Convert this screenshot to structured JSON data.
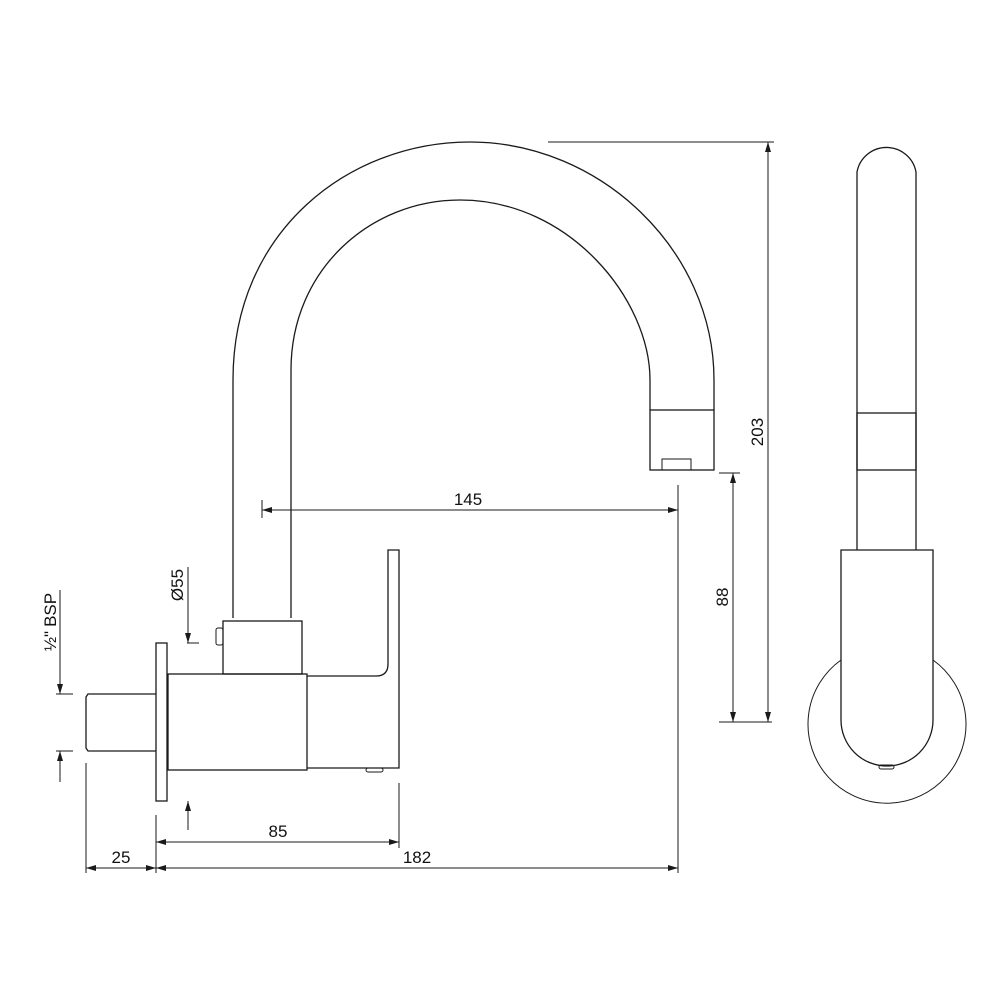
{
  "drawing": {
    "title": "Wall mounted sink mixer with swivel spout - dimension drawing",
    "line_color": "#1a1a1a",
    "dimensions": {
      "spout_height": "203",
      "spout_outlet_height": "88",
      "spout_reach": "145",
      "body_depth": "85",
      "inlet_length": "25",
      "total_projection": "182",
      "flange_diameter": "Ø55",
      "inlet_thread_fraction": "½\"",
      "inlet_thread": "BSP"
    }
  }
}
